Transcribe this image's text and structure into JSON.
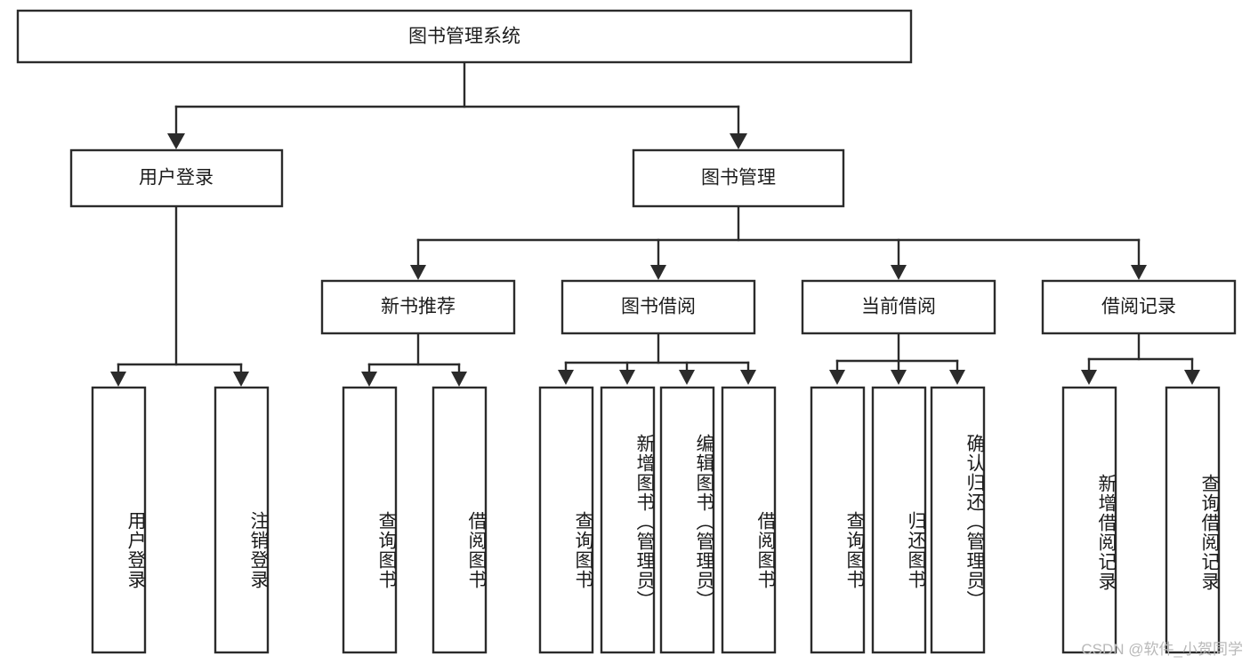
{
  "diagram": {
    "title": "图书管理系统",
    "type": "tree-hierarchy-chart",
    "watermark": "CSDN @软件_小贺同学",
    "colors": {
      "stroke": "#2b2b2b",
      "fill": "#ffffff",
      "text": "#1c1c1c",
      "watermark": "#b9b9b9",
      "background": "#ffffff"
    },
    "nodes": {
      "root": {
        "label": "图书管理系统"
      },
      "level2": [
        {
          "id": "user-login",
          "label": "用户登录"
        },
        {
          "id": "book-management",
          "label": "图书管理"
        }
      ],
      "level3": [
        {
          "id": "new-book-recommend",
          "label": "新书推荐"
        },
        {
          "id": "book-borrow",
          "label": "图书借阅"
        },
        {
          "id": "current-borrow",
          "label": "当前借阅"
        },
        {
          "id": "borrow-record",
          "label": "借阅记录"
        }
      ],
      "leaves": {
        "user-login": [
          {
            "id": "leaf-user-login",
            "label": "用户登录"
          },
          {
            "id": "leaf-user-logout",
            "label": "注销登录"
          }
        ],
        "new-book-recommend": [
          {
            "id": "leaf-query-book-1",
            "label": "查询图书"
          },
          {
            "id": "leaf-borrow-book-1",
            "label": "借阅图书"
          }
        ],
        "book-borrow": [
          {
            "id": "leaf-query-book-2",
            "label": "查询图书"
          },
          {
            "id": "leaf-add-book",
            "label": "新增图书（管理员）"
          },
          {
            "id": "leaf-edit-book",
            "label": "编辑图书（管理员）"
          },
          {
            "id": "leaf-borrow-book-2",
            "label": "借阅图书"
          }
        ],
        "current-borrow": [
          {
            "id": "leaf-query-book-3",
            "label": "查询图书"
          },
          {
            "id": "leaf-return-book",
            "label": "归还图书"
          },
          {
            "id": "leaf-confirm-return",
            "label": "确认归还（管理员）"
          }
        ],
        "borrow-record": [
          {
            "id": "leaf-add-borrow-record",
            "label": "新增借阅记录"
          },
          {
            "id": "leaf-query-borrow-record",
            "label": "查询借阅记录"
          }
        ]
      }
    }
  }
}
